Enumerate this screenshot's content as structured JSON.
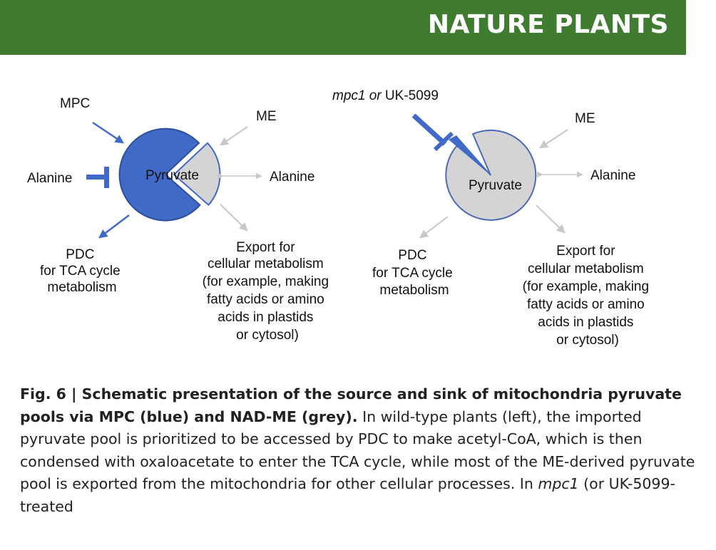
{
  "journal": {
    "name": "NATURE PLANTS",
    "color": "#3f7c2f"
  },
  "figure": {
    "left_panel": {
      "mpc": "MPC",
      "me": "ME",
      "alanine_left": "Alanine",
      "alanine_right": "Alanine",
      "pyruvate": "Pyruvate",
      "pdc_lines": [
        "PDC",
        "for TCA cycle",
        "metabolism"
      ],
      "export_lines": [
        "Export for",
        "cellular metabolism",
        "(for example, making",
        "fatty acids or amino",
        "acids in plastids",
        "or cytosol)"
      ],
      "mpc_pool_color": "#4169c8",
      "me_pool_color": "#d4d4d4"
    },
    "right_panel": {
      "inhibitor_italic": "mpc1 or",
      "inhibitor_plain": " UK-5099",
      "me": "ME",
      "alanine": "Alanine",
      "pyruvate": "Pyruvate",
      "pdc_lines": [
        "PDC",
        "for TCA cycle",
        "metabolism"
      ],
      "export_lines": [
        "Export for",
        "cellular metabolism",
        "(for example, making",
        "fatty acids or amino",
        "acids in plastids",
        "or cytosol)"
      ]
    }
  },
  "caption": {
    "label": "Fig. 6 | ",
    "title": "Schematic presentation of the source and sink of mitochondria pyruvate pools via MPC (blue) and NAD-ME (grey).",
    "body_1": " In wild-type plants (left), the imported pyruvate pool is prioritized to be accessed by PDC to make acetyl-CoA, which is then condensed with oxaloacetate to enter the TCA cycle, while most of the ME-derived pyruvate pool is exported from the mitochondria for other cellular processes. In ",
    "mpc1": "mpc1",
    "body_2": " (or UK-5099-treated"
  }
}
